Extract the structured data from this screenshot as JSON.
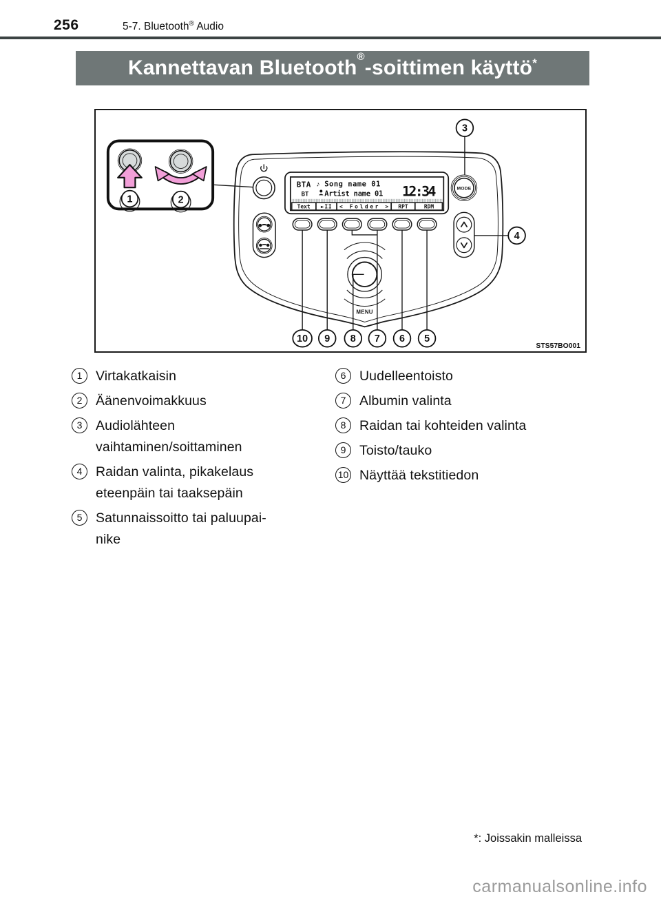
{
  "page": {
    "number": "256",
    "section_title": "5-7. Bluetooth",
    "section_reg": "®",
    "section_suffix": " Audio",
    "banner_title": "Kannettavan Bluetooth",
    "banner_reg": "®",
    "banner_suffix": "-soittimen käyttö",
    "banner_asterisk": "*",
    "footnote": "*: Joissakin malleissa",
    "watermark": "carmanualsonline.info"
  },
  "figure": {
    "code": "STS57BO001",
    "display": {
      "source_label": "BTA",
      "bt_label": "BT",
      "note_icon": "♪",
      "song": "Song name 01",
      "artist": "Artist name 01",
      "clock": "12:34",
      "softkeys": [
        "Text",
        "►II",
        "<  Folder  >",
        "RPT",
        "RDM"
      ]
    },
    "mode_label": "MODE",
    "menu_label": "MENU",
    "callouts": {
      "c1": "1",
      "c2": "2",
      "c3": "3",
      "c4": "4",
      "c5": "5",
      "c6": "6",
      "c7": "7",
      "c8": "8",
      "c9": "9",
      "c10": "10"
    }
  },
  "legend": {
    "left": [
      {
        "num": "1",
        "text": "Virtakatkaisin"
      },
      {
        "num": "2",
        "text": "Äänenvoimakkuus"
      },
      {
        "num": "3",
        "text": "Audiolähteen vaihtaminen/soittaminen"
      },
      {
        "num": "4",
        "text": "Raidan valinta, pikakelaus eteenpäin tai taaksepäin"
      },
      {
        "num": "5",
        "text": "Satunnaissoitto tai paluupai-nike"
      }
    ],
    "right": [
      {
        "num": "6",
        "text": "Uudelleentoisto"
      },
      {
        "num": "7",
        "text": "Albumin valinta"
      },
      {
        "num": "8",
        "text": "Raidan tai kohteiden valinta"
      },
      {
        "num": "9",
        "text": "Toisto/tauko"
      },
      {
        "num": "10",
        "text": "Näyttää tekstitiedon"
      }
    ]
  },
  "colors": {
    "banner_bg": "#6f7777",
    "rule": "#3c4343",
    "arrow_pink": "#f29fd8",
    "knob_gray": "#d7dbdb",
    "watermark_gray": "#9b9b9b"
  }
}
